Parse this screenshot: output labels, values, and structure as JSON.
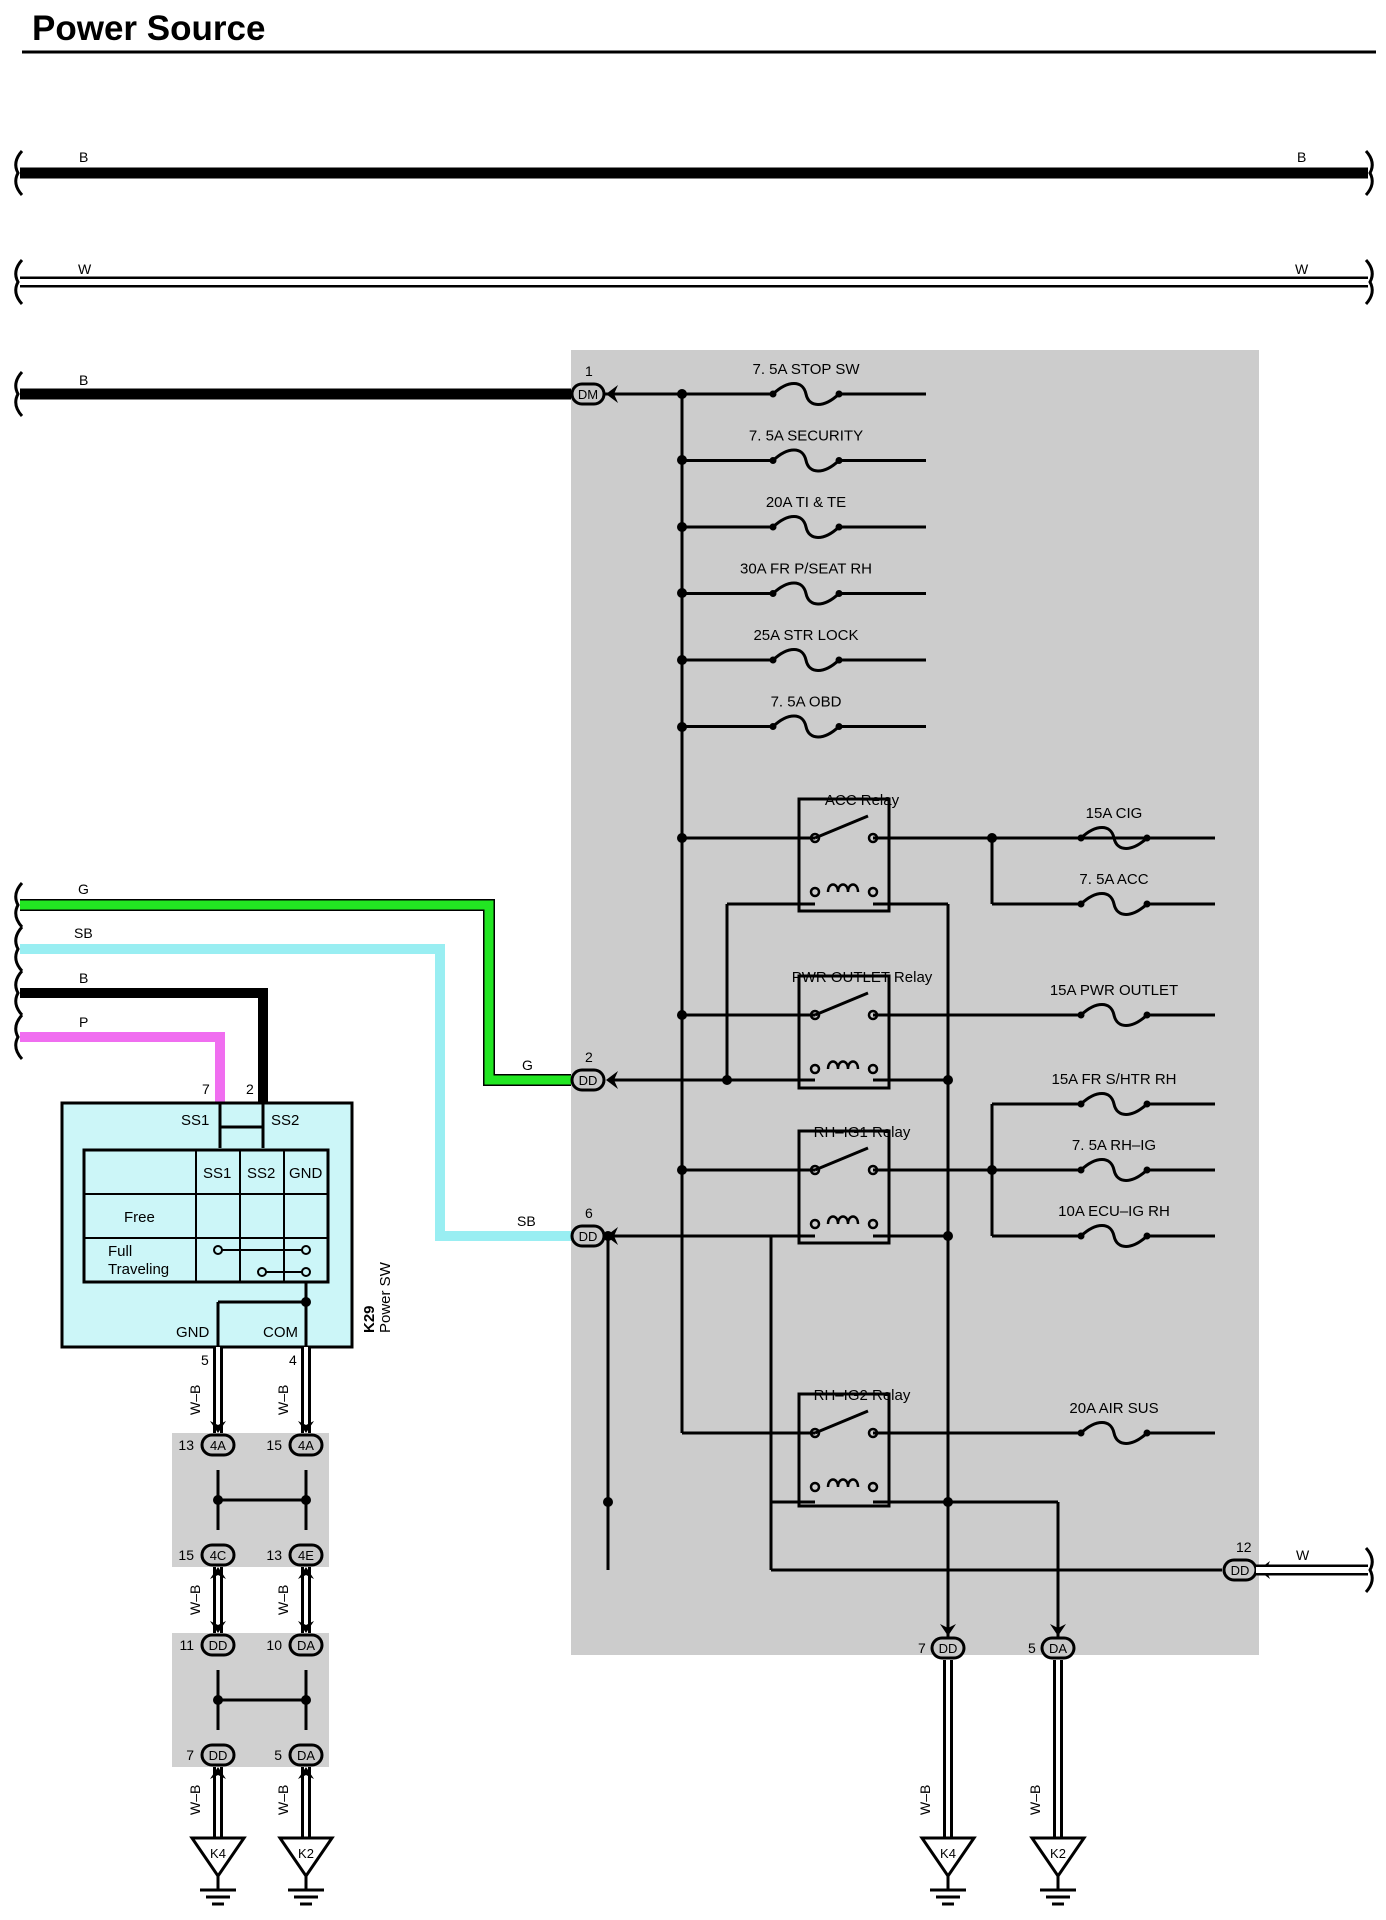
{
  "title": "Power Source",
  "bus_wires": [
    {
      "left_label": "B",
      "right_label": "B"
    },
    {
      "left_label": "W",
      "right_label": "W"
    },
    {
      "left_label": "B"
    }
  ],
  "input_wires": [
    {
      "label": "G",
      "color": "#22e622"
    },
    {
      "label": "SB",
      "color": "#99eef2"
    },
    {
      "label": "B",
      "color": "#000000"
    },
    {
      "label": "P",
      "color": "#f06ef0"
    }
  ],
  "junction_block": {
    "fill": "#cccccc",
    "connectors": [
      {
        "pin": "1",
        "code": "DM"
      },
      {
        "pin": "2",
        "code": "DD",
        "wire_label": "G"
      },
      {
        "pin": "6",
        "code": "DD",
        "wire_label": "SB"
      },
      {
        "pin": "12",
        "code": "DD",
        "wire_label": "W"
      },
      {
        "pin": "7",
        "code": "DD"
      },
      {
        "pin": "5",
        "code": "DA"
      }
    ],
    "fuses_bplus": [
      "7. 5A STOP SW",
      "7. 5A SECURITY",
      "20A TI & TE",
      "30A FR P/SEAT RH",
      "25A STR LOCK",
      "7. 5A OBD"
    ],
    "relays": [
      "ACC Relay",
      "PWR OUTLET Relay",
      "RH–IG1 Relay",
      "RH–IG2 Relay"
    ],
    "fuses_relay": [
      "15A CIG",
      "7. 5A ACC",
      "15A PWR OUTLET",
      "15A FR S/HTR RH",
      "7. 5A RH–IG",
      "10A ECU–IG RH",
      "20A AIR SUS"
    ]
  },
  "switch": {
    "id": "K29",
    "name": "Power SW",
    "fill": "#ccf6f8",
    "top_pins": [
      "7",
      "2"
    ],
    "top_terms": [
      "SS1",
      "SS2"
    ],
    "table_headers": [
      "SS1",
      "SS2",
      "GND"
    ],
    "rows": [
      "Free",
      "Full",
      "Traveling"
    ],
    "bottom_terms": [
      "GND",
      "COM"
    ],
    "bottom_pins": [
      "5",
      "4"
    ]
  },
  "lower_wire_label": "W–B",
  "left_connectors": [
    {
      "pin": "13",
      "code": "4A"
    },
    {
      "pin": "15",
      "code": "4A"
    },
    {
      "pin": "15",
      "code": "4C"
    },
    {
      "pin": "13",
      "code": "4E"
    },
    {
      "pin": "11",
      "code": "DD"
    },
    {
      "pin": "10",
      "code": "DA"
    },
    {
      "pin": "7",
      "code": "DD"
    },
    {
      "pin": "5",
      "code": "DA"
    }
  ],
  "grounds": [
    "K4",
    "K2",
    "K4",
    "K2"
  ]
}
